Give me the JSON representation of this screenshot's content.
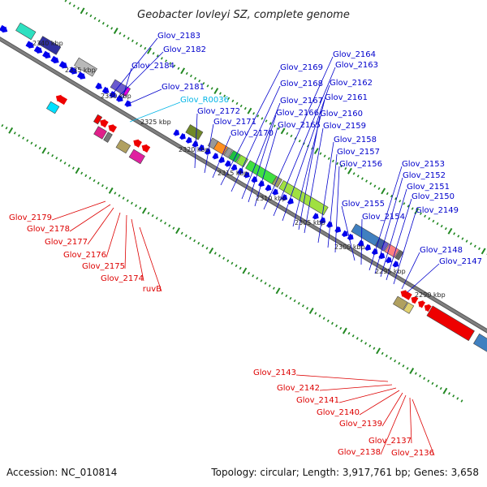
{
  "title": "Geobacter lovleyi SZ, complete genome",
  "accession": "Accession: NC_010814",
  "summary": "Topology: circular; Length: 3,917,761 bp; Genes: 3,658",
  "colors": {
    "forward_label": "#0000cc",
    "reverse_label": "#dd0000",
    "rna_label": "#00b4e6",
    "backbone": "#808080",
    "tick": "#228822",
    "cds": "#0000ee",
    "cds_rev": "#ee0000"
  },
  "kbp_marks": [
    "2340 kbp",
    "2335 kbp",
    "2330 kbp",
    "2325 kbp",
    "2320 kbp",
    "2315 kbp",
    "2310 kbp",
    "2305 kbp",
    "2300 kbp",
    "2295 kbp",
    "2290 kbp"
  ],
  "forward_labels": [
    "Glov_2183",
    "Glov_2182",
    "Glov_2184",
    "Glov_2181",
    "Glov_2172",
    "Glov_2171",
    "Glov_2170",
    "Glov_2169",
    "Glov_2168",
    "Glov_2167",
    "Glov_2166",
    "Glov_2165",
    "Glov_2164",
    "Glov_2163",
    "Glov_2162",
    "Glov_2161",
    "Glov_2160",
    "Glov_2159",
    "Glov_2158",
    "Glov_2157",
    "Glov_2156",
    "Glov_2155",
    "Glov_2154",
    "Glov_2153",
    "Glov_2152",
    "Glov_2151",
    "Glov_2150",
    "Glov_2149",
    "Glov_2148",
    "Glov_2147"
  ],
  "rna_labels": [
    "Glov_R0036"
  ],
  "reverse_labels": [
    "Glov_2179",
    "Glov_2178",
    "Glov_2177",
    "Glov_2176",
    "Glov_2175",
    "Glov_2174",
    "ruvB",
    "Glov_2143",
    "Glov_2142",
    "Glov_2141",
    "Glov_2140",
    "Glov_2139",
    "Glov_2138",
    "Glov_2137",
    "Glov_2136"
  ]
}
